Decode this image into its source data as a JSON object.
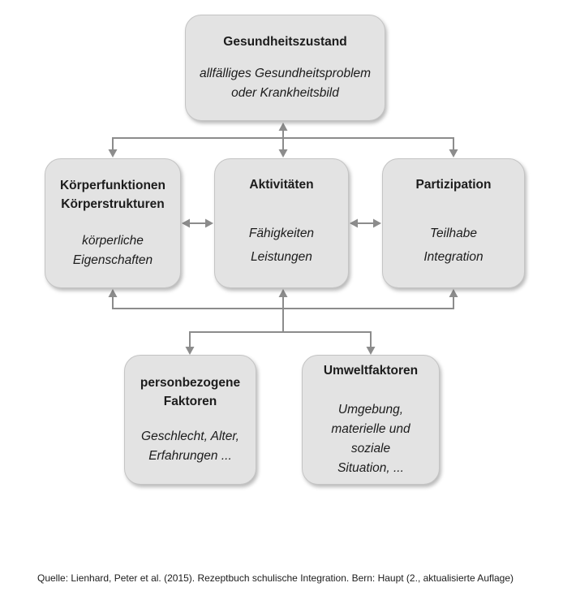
{
  "colors": {
    "background": "#ffffff",
    "box_fill": "#e3e3e3",
    "box_border": "#c4c4c4",
    "arrow": "#8c8c8c",
    "text": "#1c1c1c"
  },
  "boxes": {
    "health": {
      "title_lines": [
        "Gesundheitszustand"
      ],
      "body_lines": [
        "allfälliges Gesundheitsproblem",
        "oder Krankheitsbild"
      ]
    },
    "body_functions": {
      "title_lines": [
        "Körperfunktionen",
        "Körperstrukturen"
      ],
      "body_lines": [
        "körperliche",
        "Eigenschaften"
      ]
    },
    "activities": {
      "title_lines": [
        "Aktivitäten"
      ],
      "body_lines": [
        "Fähigkeiten",
        "Leistungen"
      ]
    },
    "participation": {
      "title_lines": [
        "Partizipation"
      ],
      "body_lines": [
        "Teilhabe",
        "Integration"
      ]
    },
    "personal_factors": {
      "title_lines": [
        "personbezogene",
        "Faktoren"
      ],
      "body_lines": [
        "Geschlecht, Alter,",
        "Erfahrungen ..."
      ]
    },
    "environmental_factors": {
      "title_lines": [
        "Umweltfaktoren"
      ],
      "body_lines": [
        "Umgebung,",
        "materielle und soziale",
        "Situation, ..."
      ]
    }
  },
  "caption": "Quelle: Lienhard, Peter et al. (2015). Rezeptbuch schulische Integration. Bern: Haupt (2., aktualisierte Auflage)"
}
